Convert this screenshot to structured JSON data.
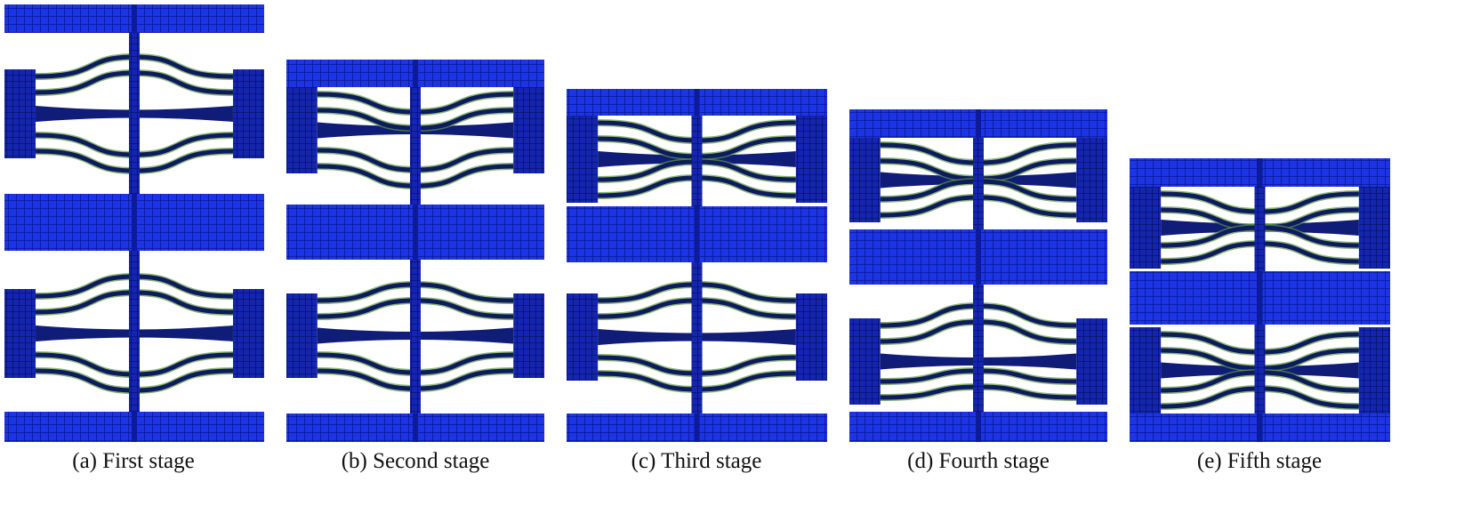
{
  "figure": {
    "panels": [
      {
        "label": "(a) First stage"
      },
      {
        "label": "(b) Second stage"
      },
      {
        "label": "(c) Third stage"
      },
      {
        "label": "(d) Fourth stage"
      },
      {
        "label": "(e) Fifth stage"
      }
    ],
    "colors": {
      "mesh": "#1c34e6",
      "mesh_line": "#0a1696",
      "beam": "#0e1a5e",
      "strain": "#5a9a3a"
    }
  }
}
